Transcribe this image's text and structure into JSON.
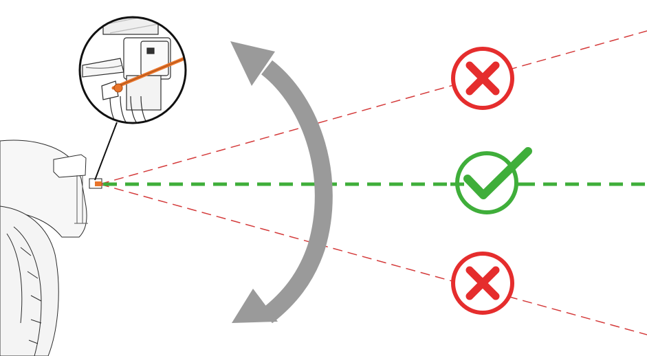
{
  "diagram": {
    "colors": {
      "correct": "#3fae3a",
      "wrong": "#e52d2d",
      "arrow": "#9a9a9a",
      "accent": "#e8742a",
      "outline": "#222222",
      "background": "#ffffff"
    },
    "indicators": [
      {
        "icon": "x-icon",
        "status": "incorrect"
      },
      {
        "icon": "check-icon",
        "status": "correct"
      },
      {
        "icon": "x-icon",
        "status": "incorrect"
      }
    ],
    "arrow_icon": "double-headed-curved-arrow-icon",
    "detail_icon": "sensor-closeup-icon"
  }
}
